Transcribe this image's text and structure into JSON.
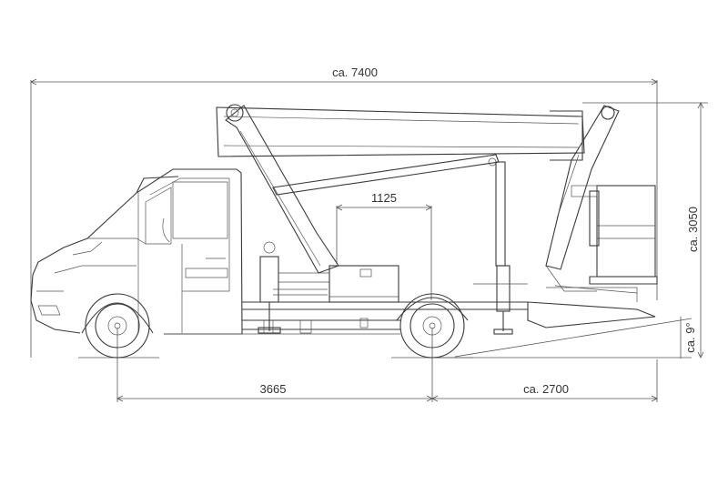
{
  "dimensions": {
    "overall_length": "ca. 7400",
    "height": "ca. 3050",
    "wheelbase": "3665",
    "rear_overhang": "ca. 2700",
    "outrigger_offset": "1125",
    "angle": "ca. 9°"
  },
  "colors": {
    "line": "#3a3a3a",
    "dimension": "#555555",
    "background": "#ffffff"
  }
}
